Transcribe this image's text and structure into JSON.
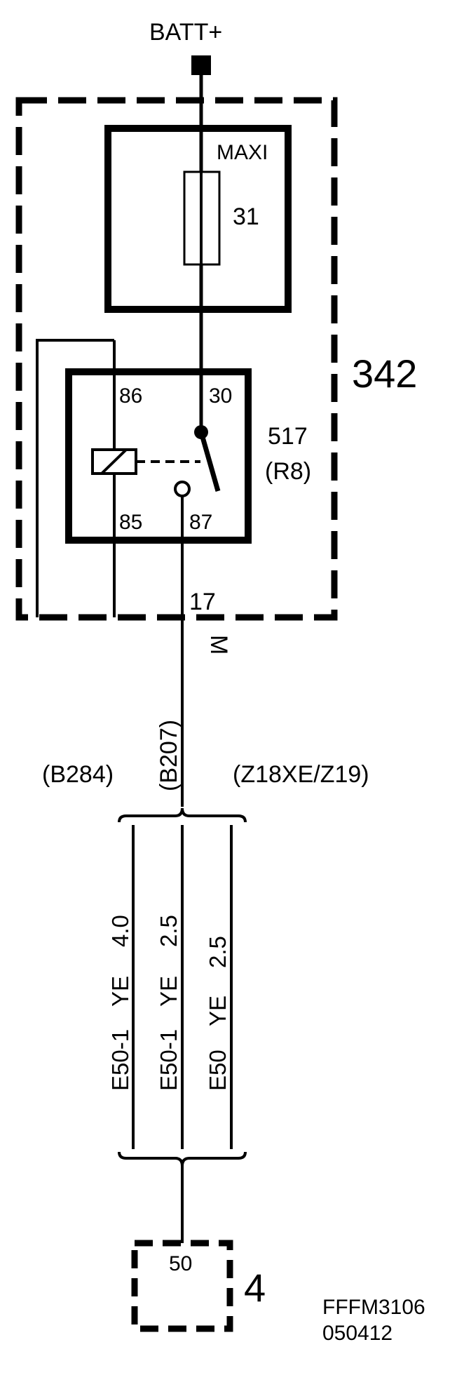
{
  "supply_label": "BATT+",
  "fusebox": {
    "id": "342",
    "fuse": {
      "type": "MAXI",
      "number": "31"
    },
    "relay": {
      "id": "517",
      "ref": "(R8)",
      "terminals": {
        "t86": "86",
        "t30": "30",
        "t85": "85",
        "t87": "87"
      }
    },
    "pin": "17",
    "connector": "M"
  },
  "variants": {
    "left": "(B284)",
    "middle": "(B207)",
    "right": "(Z18XE/Z19)"
  },
  "wires": [
    {
      "code": "E50-1",
      "color": "YE",
      "size": "4.0"
    },
    {
      "code": "E50-1",
      "color": "YE",
      "size": "2.5"
    },
    {
      "code": "E50",
      "color": "YE",
      "size": "2.5"
    }
  ],
  "component": {
    "id": "4",
    "pin": "50"
  },
  "drawing_ref": {
    "code": "FFFM3106",
    "date": "050412"
  },
  "colors": {
    "ink": "#000000",
    "paper": "#ffffff"
  }
}
